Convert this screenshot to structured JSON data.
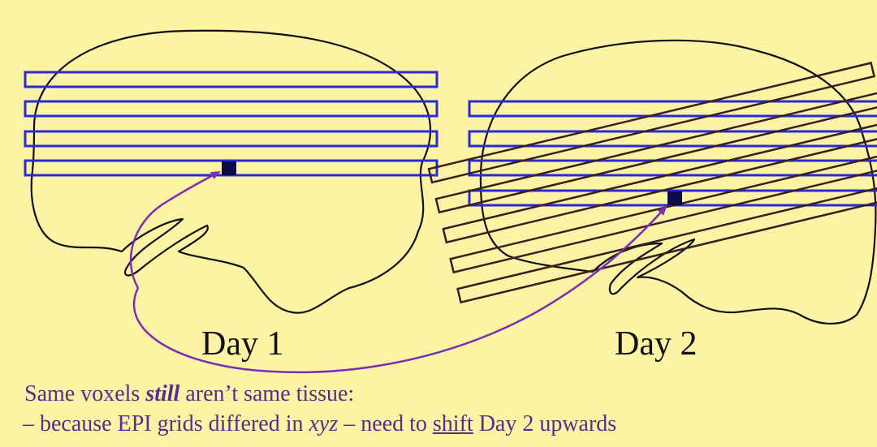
{
  "labels": {
    "day1": "Day 1",
    "day2": "Day 2"
  },
  "caption": {
    "line1_a": "Same voxels ",
    "line1_em": "still",
    "line1_b": " aren’t same tissue:",
    "line2_a": " – because EPI grids differed in ",
    "line2_it": "xyz",
    "line2_b": " – need to ",
    "line2_ul": "shift",
    "line2_c": " Day 2 upwards"
  },
  "colors": {
    "background": "#fdf3a5",
    "grid_original": "#2a2ad6",
    "grid_shifted": "#3a1e1e",
    "voxel": "#0b0b4a",
    "arrow": "#7b2fb0",
    "caption_text": "#5a2a8c",
    "outline": "#111111"
  }
}
